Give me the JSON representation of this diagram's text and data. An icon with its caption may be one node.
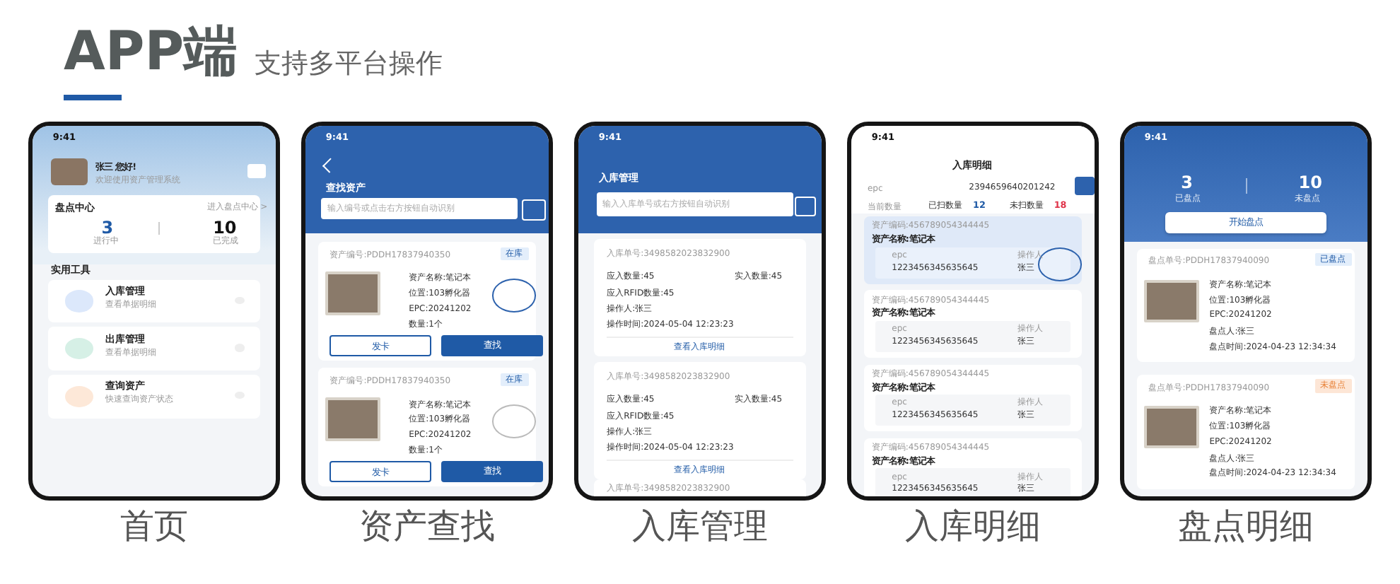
{
  "diagram": {
    "title": "APP端",
    "nodes": [
      {
        "text": [
          "9:41",
          "张三 您好!",
          "欢迎使用资产管理系统",
          "盘点中心",
          "进入盘点中心 >",
          "3",
          "进行中",
          "10",
          "已完成",
          "实用工具",
          "入库管理",
          "查看单据明细",
          "出库管理",
          "查看单据明细",
          "查询资产",
          "快速查询资产状态"
        ],
        "beside": [
          "首页"
        ]
      },
      {
        "text": [
          "9:41",
          "查找资产",
          "输入编号或点击右方按钮自动识别",
          "资产编号:PDDH17837940350",
          "在库",
          "资产名称:笔记本",
          "位置:103孵化器",
          "EPC:20241202",
          "数量:1个",
          "发卡",
          "查找",
          "资产编号:PDDH17837940350",
          "在库",
          "资产名称:笔记本",
          "位置:103孵化器",
          "EPC:20241202",
          "数量:1个",
          "发卡",
          "查找"
        ],
        "beside": [
          "资产查找"
        ]
      },
      {
        "text": [
          "9:41",
          "入库管理",
          "输入入库单号或右方按钮自动识别",
          "入库单号:3498582023832900",
          "应入数量:45",
          "实入数量:45",
          "应入RFID数量:45",
          "操作人:张三",
          "操作时间:2024-05-04 12:23:23",
          "查看入库明细",
          "入库单号:3498582023832900",
          "应入数量:45",
          "实入数量:45",
          "应入RFID数量:45",
          "操作人:张三",
          "操作时间:2024-05-04 12:23:23",
          "查看入库明细",
          "入库单号:3498582023832900"
        ],
        "beside": [
          "入库管理"
        ]
      },
      {
        "text": [
          "9:41",
          "入库明细",
          "epc",
          "2394659640201242",
          "当前数量",
          "已扫数量",
          "12",
          "未扫数量",
          "18",
          "资产编码:456789054344445",
          "资产名称:笔记本",
          "epc",
          "操作人",
          "1223456345635645",
          "张三",
          "资产编码:456789054344445",
          "资产名称:笔记本",
          "epc",
          "操作人",
          "1223456345635645",
          "张三",
          "资产编码:456789054344445",
          "资产名称:笔记本",
          "epc",
          "操作人",
          "1223456345635645",
          "张三",
          "资产编码:456789054344445",
          "资产名称:笔记本",
          "epc",
          "操作人",
          "1223456345635645",
          "张三"
        ],
        "beside": [
          "入库明细"
        ]
      },
      {
        "text": [
          "9:41",
          "3",
          "已盘点",
          "10",
          "未盘点",
          "开始盘点",
          "盘点单号:PDDH17837940090",
          "已盘点",
          "资产名称:笔记本",
          "位置:103孵化器",
          "EPC:20241202",
          "盘点人:张三",
          "盘点时间:2024-04-23 12:34:34",
          "盘点单号:PDDH17837940090",
          "未盘点",
          "资产名称:笔记本",
          "位置:103孵化器",
          "EPC:20241202",
          "盘点人:张三",
          "盘点时间:2024-04-23 12:34:34"
        ],
        "beside": [
          "盘点明细"
        ]
      }
    ],
    "labels": [
      "支持多平台操作"
    ]
  }
}
